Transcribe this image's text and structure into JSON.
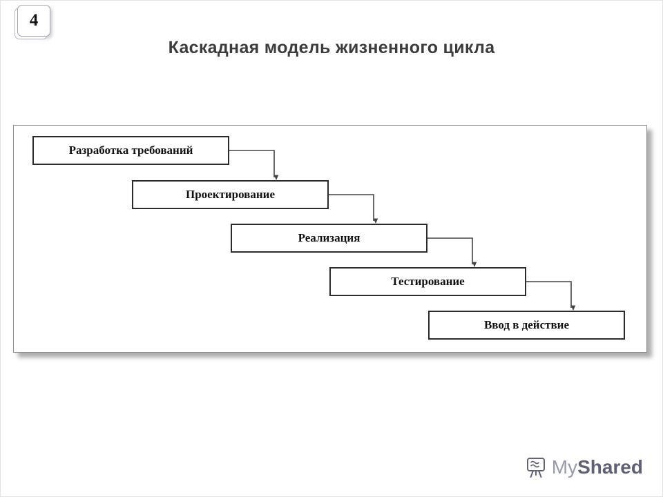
{
  "slide": {
    "number": "4",
    "title": "Каскадная модель жизненного цикла"
  },
  "diagram": {
    "type": "waterfall-flow",
    "boxes": [
      {
        "label": "Разработка требований"
      },
      {
        "label": "Проектирование"
      },
      {
        "label": "Реализация"
      },
      {
        "label": "Тестирование"
      },
      {
        "label": "Ввод в действие"
      }
    ],
    "connector_color": "#444444",
    "box_border_color": "#2b2b2b"
  },
  "footer": {
    "logo_icon": "presentation-easel-icon",
    "logo_text_light": "My",
    "logo_text_bold": "Shared",
    "logo_color_light": "#9a9aae",
    "logo_color_bold": "#5f5f76"
  }
}
